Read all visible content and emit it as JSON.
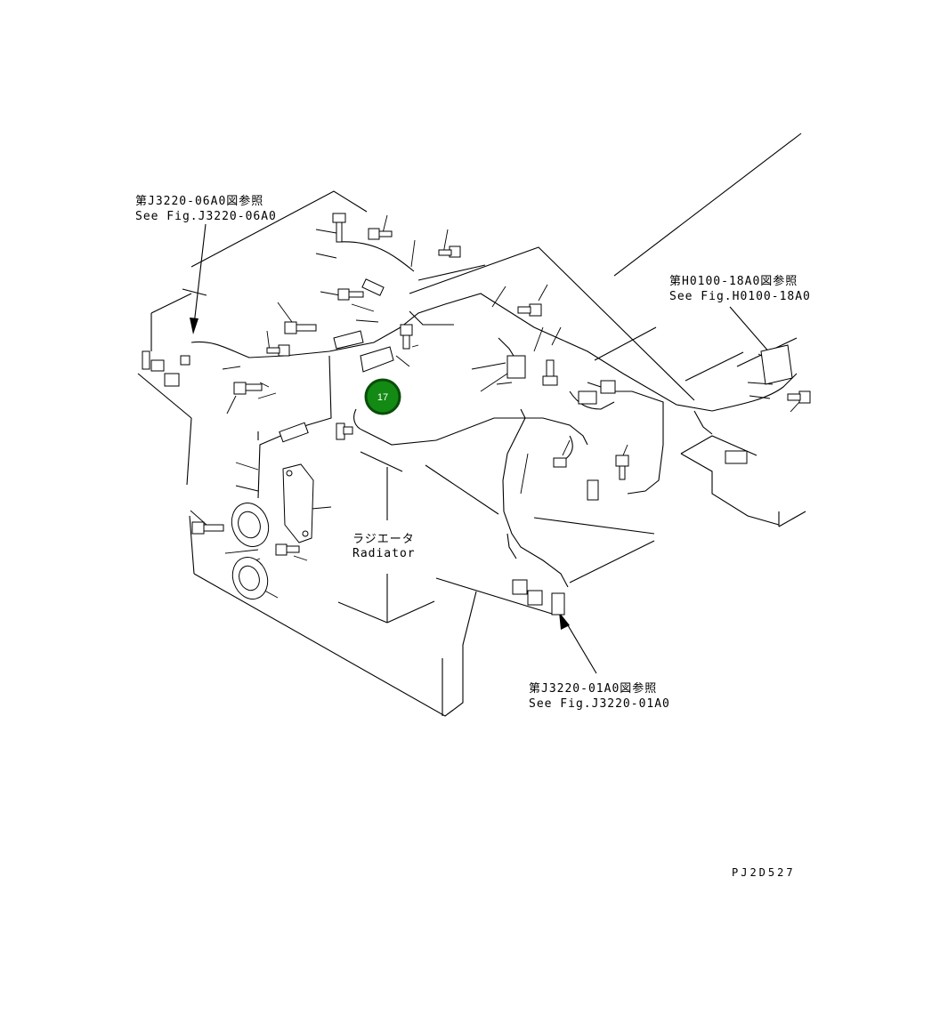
{
  "references": {
    "top_left": {
      "jp": "第J3220-06A0図参照",
      "en": "See Fig.J3220-06A0"
    },
    "right": {
      "jp": "第H0100-18A0図参照",
      "en": "See Fig.H0100-18A0"
    },
    "bottom": {
      "jp": "第J3220-01A0図参照",
      "en": "See Fig.J3220-01A0"
    }
  },
  "radiator_label": {
    "jp": "ラジエータ",
    "en": "Radiator"
  },
  "callout": {
    "number": "17",
    "color": "#138a13",
    "border": "#0a4d0a"
  },
  "drawing_code": "PJ2D527"
}
